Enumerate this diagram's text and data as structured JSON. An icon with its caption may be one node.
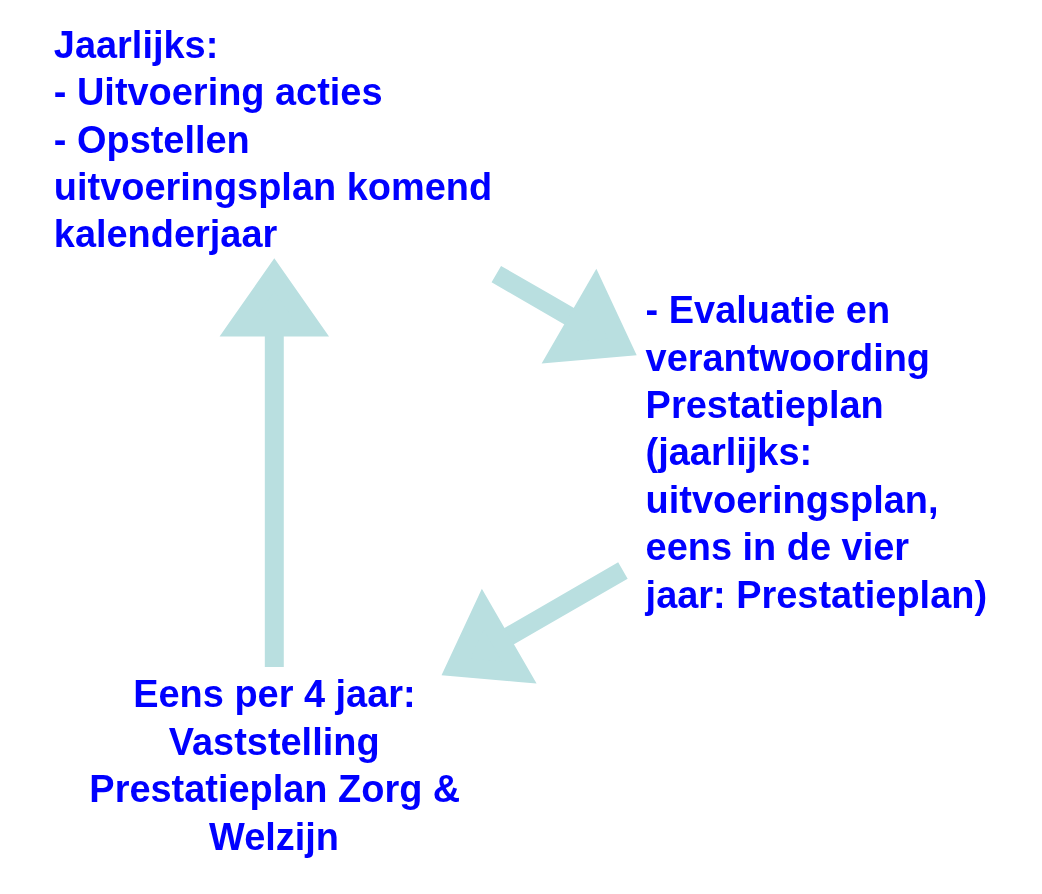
{
  "diagram": {
    "nodes": [
      {
        "text": [
          "Eens per 4 jaar:",
          "Vaststelling Prestatieplan Zorg & Welzijn"
        ]
      },
      {
        "text": [
          "Jaarlijks:",
          "- Uitvoering acties",
          "- Opstellen uitvoeringsplan komend kalenderjaar"
        ]
      },
      {
        "text": [
          "- Evaluatie en verantwoording Prestatieplan (jaarlijks: uitvoeringsplan, eens in de vier jaar: Prestatieplan)"
        ]
      }
    ],
    "edges": [
      {
        "from": 0,
        "to": 1,
        "arrow": "to"
      },
      {
        "from": 1,
        "to": 2,
        "arrow": "to"
      },
      {
        "from": 2,
        "to": 0,
        "arrow": "to"
      }
    ]
  }
}
